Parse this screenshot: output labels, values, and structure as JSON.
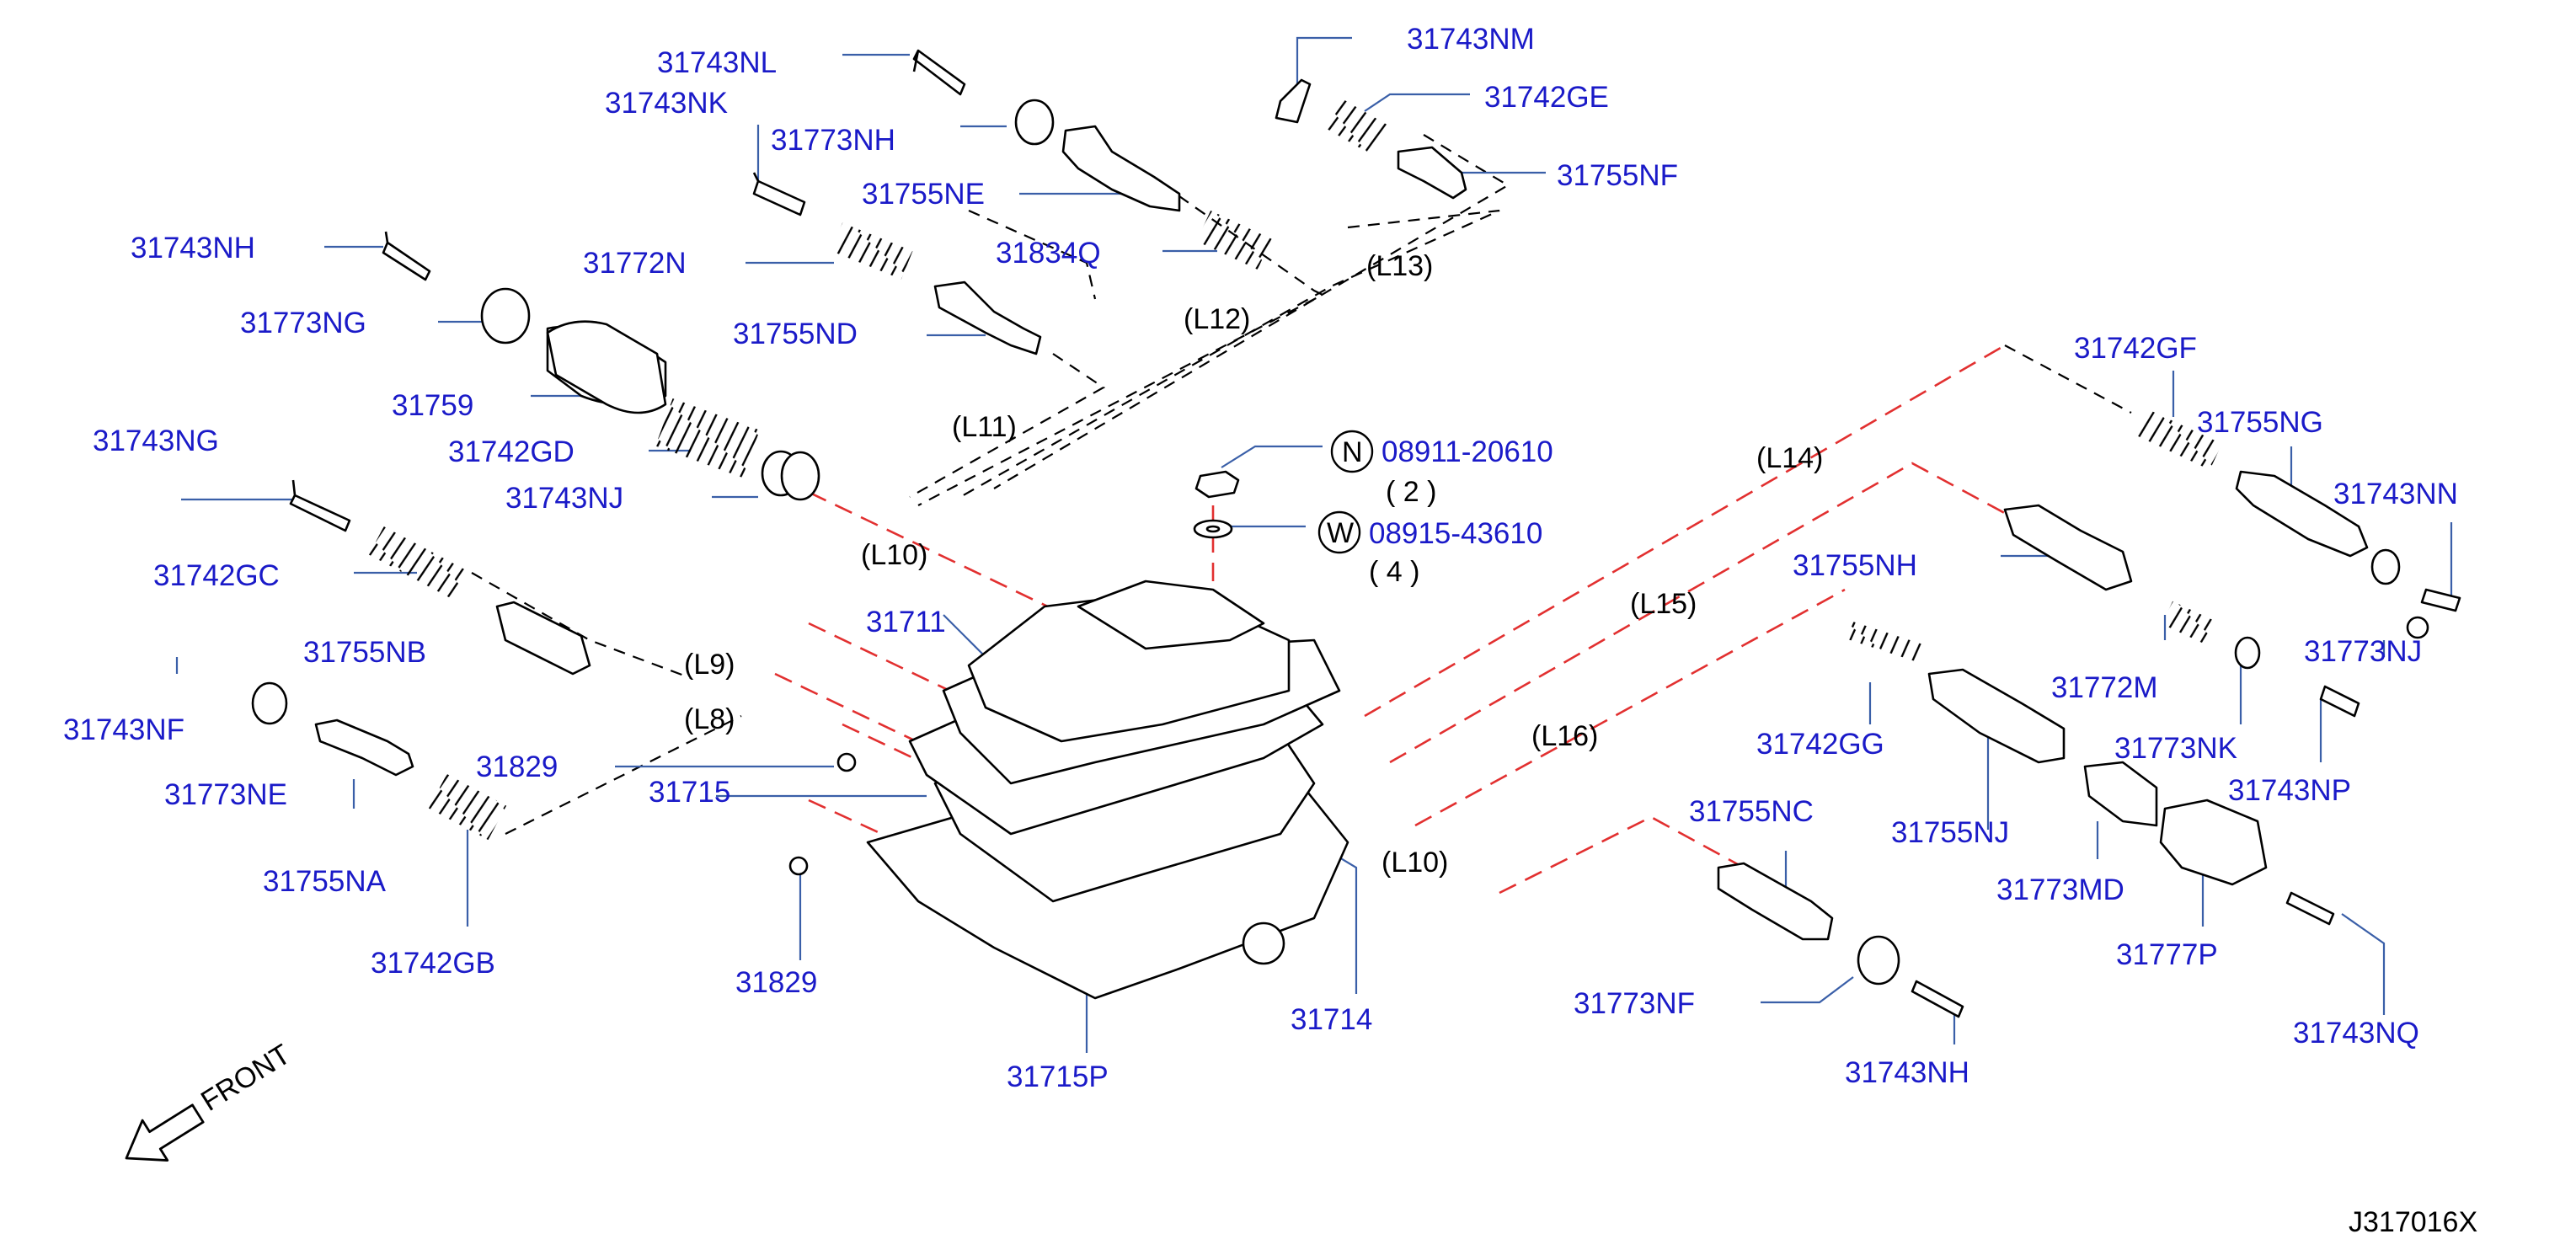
{
  "labels": {
    "p31743NL": "31743NL",
    "p31743NM": "31743NM",
    "p31743NK": "31743NK",
    "p31773NH": "31773NH",
    "p31742GE": "31742GE",
    "p31755NF": "31755NF",
    "p31755NE": "31755NE",
    "p31743NH_top": "31743NH",
    "p31772N": "31772N",
    "p31834Q": "31834Q",
    "p31773NG": "31773NG",
    "p31755ND": "31755ND",
    "p31759": "31759",
    "p31742GD": "31742GD",
    "p31743NG": "31743NG",
    "p31743NJ": "31743NJ",
    "p31742GC": "31742GC",
    "p31755NB": "31755NB",
    "p31743NF": "31743NF",
    "p31773NE": "31773NE",
    "p31755NA": "31755NA",
    "p31742GB": "31742GB",
    "p31829_a": "31829",
    "p31715": "31715",
    "p31829_b": "31829",
    "p31711": "31711",
    "p31715P": "31715P",
    "p31714": "31714",
    "p08911": "08911-20610",
    "p08911_qty": "( 2 )",
    "p08915": "08915-43610",
    "p08915_qty": "( 4 )",
    "p31742GF": "31742GF",
    "p31755NG": "31755NG",
    "p31743NN": "31743NN",
    "p31755NH": "31755NH",
    "p31772M": "31772M",
    "p31773NJ": "31773NJ",
    "p31773NK": "31773NK",
    "p31743NP": "31743NP",
    "p31742GG": "31742GG",
    "p31755NJ": "31755NJ",
    "p31773MD": "31773MD",
    "p31777P": "31777P",
    "p31755NC": "31755NC",
    "p31773NF": "31773NF",
    "p31743NH_bot": "31743NH",
    "p31743NQ": "31743NQ",
    "front": "FRONT",
    "code": "J317016X"
  },
  "symbols": {
    "nut_symbol": "N",
    "washer_symbol": "W"
  },
  "links": {
    "L8": "(L8)",
    "L9": "(L9)",
    "L10_top": "(L10)",
    "L10_bot": "(L10)",
    "L11": "(L11)",
    "L12": "(L12)",
    "L13": "(L13)",
    "L14": "(L14)",
    "L15": "(L15)",
    "L16": "(L16)"
  },
  "colors": {
    "part_number": "#1a1ac8",
    "leader": "#3a5fa8",
    "hidden_line_red": "#e23030",
    "outline": "#000000"
  },
  "icons": {
    "front_arrow": "front-arrow-icon"
  }
}
